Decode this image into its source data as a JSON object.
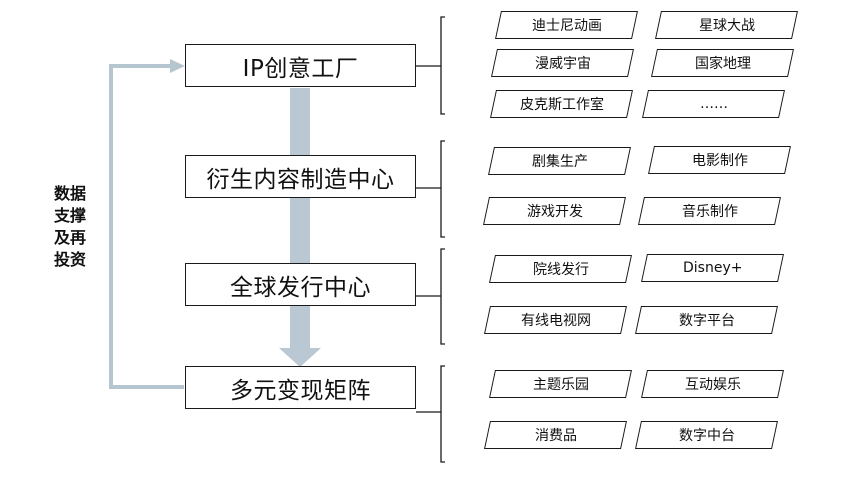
{
  "side_label": "数据\n支撑\n及再\n投资",
  "stages": [
    {
      "label": "IP创意工厂",
      "items": [
        "迪士尼动画",
        "星球大战",
        "漫威宇宙",
        "国家地理",
        "皮克斯工作室",
        "……"
      ]
    },
    {
      "label": "衍生内容制造中心",
      "items": [
        "剧集生产",
        "电影制作",
        "游戏开发",
        "音乐制作"
      ]
    },
    {
      "label": "全球发行中心",
      "items": [
        "院线发行",
        "Disney+",
        "有线电视网",
        "数字平台"
      ]
    },
    {
      "label": "多元变现矩阵",
      "items": [
        "主题乐园",
        "互动娱乐",
        "消费品",
        "数字中台"
      ]
    }
  ],
  "colors": {
    "feedback": "#b6c6d1",
    "flow_arrow": "#b9c8d3",
    "border": "#1a1a1a"
  }
}
